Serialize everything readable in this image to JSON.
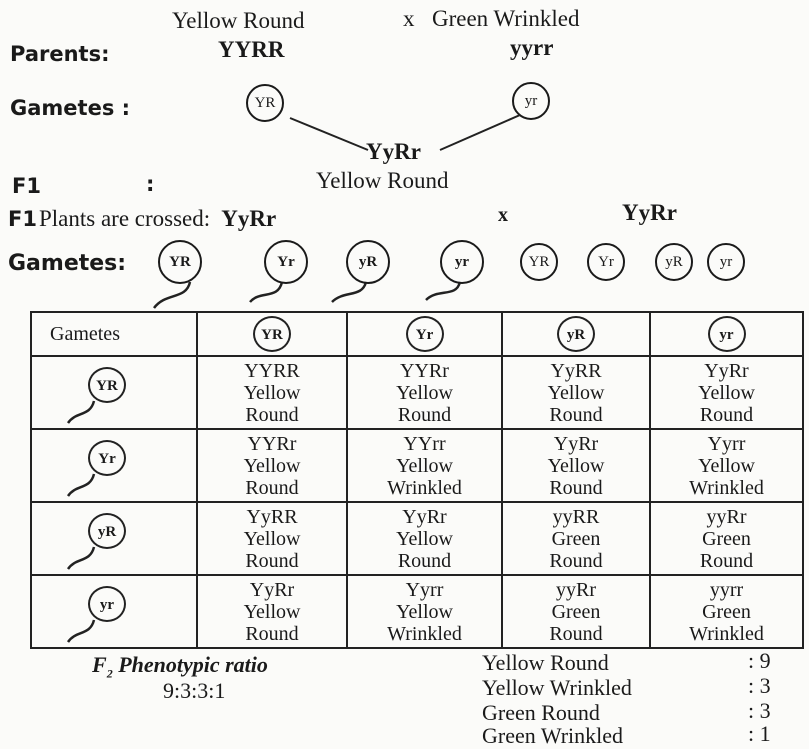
{
  "cross": {
    "parent1_pheno": "Yellow Round",
    "cross_symbol": "x",
    "parent2_pheno": "Green Wrinkled",
    "parents_label": "Parents:",
    "parent1_geno": "YYRR",
    "parent2_geno": "yyrr",
    "gametes_label": "Gametes :",
    "gamete1": "YR",
    "gamete2": "yr",
    "f1_geno": "YyRr",
    "f1_label": "F1",
    "f1_colon": ":",
    "f1_pheno": "Yellow Round",
    "f1_crossed_prefix": "F1",
    "f1_crossed_text": "Plants are crossed:",
    "f1_cross_geno1": "YyRr",
    "f1_cross_x": "x",
    "f1_cross_geno2": "YyRr",
    "f1_gametes_label": "Gametes:",
    "f1_gametes_male": [
      "YR",
      "Yr",
      "yR",
      "yr"
    ],
    "f1_gametes_female": [
      "YR",
      "Yr",
      "yR",
      "yr"
    ]
  },
  "punnett": {
    "corner": "Gametes",
    "col_headers": [
      "YR",
      "Yr",
      "yR",
      "yr"
    ],
    "row_headers": [
      "YR",
      "Yr",
      "yR",
      "yr"
    ],
    "cells": [
      [
        [
          "YYRR",
          "Yellow",
          "Round"
        ],
        [
          "YYRr",
          "Yellow",
          "Round"
        ],
        [
          "YyRR",
          "Yellow",
          "Round"
        ],
        [
          "YyRr",
          "Yellow",
          "Round"
        ]
      ],
      [
        [
          "YYRr",
          "Yellow",
          "Round"
        ],
        [
          "YYrr",
          "Yellow",
          "Wrinkled"
        ],
        [
          "YyRr",
          "Yellow",
          "Round"
        ],
        [
          "Yyrr",
          "Yellow",
          "Wrinkled"
        ]
      ],
      [
        [
          "YyRR",
          "Yellow",
          "Round"
        ],
        [
          "YyRr",
          "Yellow",
          "Round"
        ],
        [
          "yyRR",
          "Green",
          "Round"
        ],
        [
          "yyRr",
          "Green",
          "Round"
        ]
      ],
      [
        [
          "YyRr",
          "Yellow",
          "Round"
        ],
        [
          "Yyrr",
          "Yellow",
          "Wrinkled"
        ],
        [
          "yyRr",
          "Green",
          "Round"
        ],
        [
          "yyrr",
          "Green",
          "Wrinkled"
        ]
      ]
    ]
  },
  "ratio": {
    "title_f": "F",
    "title_sub": "2",
    "title_rest": "Phenotypic ratio",
    "value": "9:3:3:1",
    "rows": [
      {
        "label": "Yellow Round",
        "value": ": 9"
      },
      {
        "label": "Yellow Wrinkled",
        "value": ": 3"
      },
      {
        "label": "Green Round",
        "value": ": 3"
      },
      {
        "label": "Green Wrinkled",
        "value": ": 1"
      }
    ]
  }
}
